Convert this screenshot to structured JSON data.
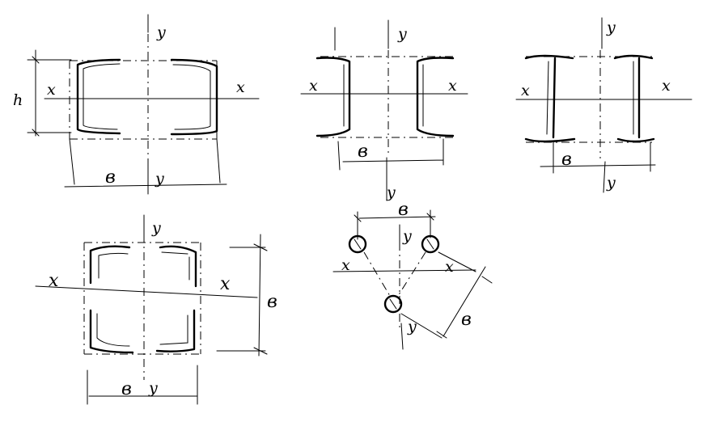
{
  "labels": {
    "axis_x": "x",
    "axis_y": "y",
    "width": "в",
    "height": "h"
  }
}
